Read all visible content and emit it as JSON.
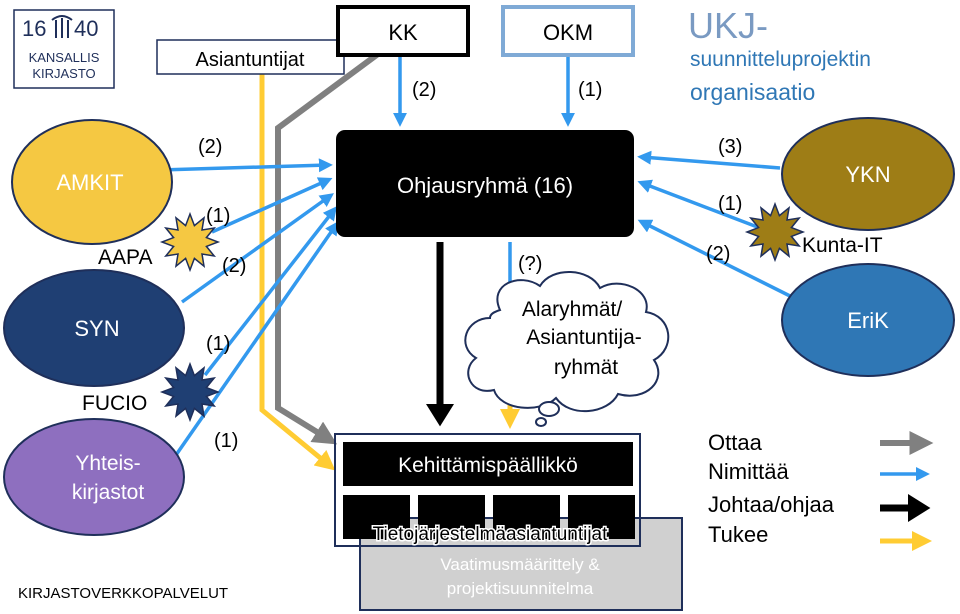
{
  "logo": {
    "year_left": "16",
    "year_right": "40",
    "line1": "KANSALLIS",
    "line2": "KIRJASTO"
  },
  "title": {
    "line1": "UKJ-",
    "line2": "suunnitteluprojektin",
    "line3": "organisaatio"
  },
  "footer": "KIRJASTOVERKKOPALVELUT",
  "nodes": {
    "asiantuntijat": "Asiantuntijat",
    "kk": "KK",
    "okm": "OKM",
    "ohjausryhma": "Ohjausryhmä (16)",
    "amkit": "AMKIT",
    "aapa": "AAPA",
    "syn": "SYN",
    "fucio": "FUCIO",
    "yhteis_line1": "Yhteis-",
    "yhteis_line2": "kirjastot",
    "ykn": "YKN",
    "kunta_it": "Kunta-IT",
    "erik": "EriK",
    "cloud_line1": "Alaryhmät/",
    "cloud_line2": "Asiantuntija-",
    "cloud_line3": "ryhmät",
    "kehittamis": "Kehittämispäällikkö",
    "tieto": "Tietojärjestelmäasiantuntijat",
    "vaati_line1": "Vaatimusmäärittely &",
    "vaati_line2": "projektisuunnitelma"
  },
  "counts": {
    "kk": "(2)",
    "okm": "(1)",
    "amkit": "(2)",
    "aapa_top": "(1)",
    "aapa_bottom": "(2)",
    "syn": "(1)",
    "yhteis": "(1)",
    "ykn": "(3)",
    "kunta": "(1)",
    "erik": "(2)",
    "cloud": "(?)"
  },
  "legend": [
    {
      "label": "Ottaa",
      "color": "#808080"
    },
    {
      "label": "Nimittää",
      "color": "#3399ee"
    },
    {
      "label": "Johtaa/ohjaa",
      "color": "#000000"
    },
    {
      "label": "Tukee",
      "color": "#ffcc33"
    }
  ],
  "colors": {
    "amkit": "#f5c842",
    "syn": "#1f3f73",
    "yhteis": "#8e6fbf",
    "ykn": "#9e7d16",
    "erik": "#2f77b5",
    "okm_border": "#7faad6",
    "starburst_yellow": "#f5c842",
    "starburst_navy": "#1f3f73",
    "starburst_olive": "#9e7d16"
  }
}
